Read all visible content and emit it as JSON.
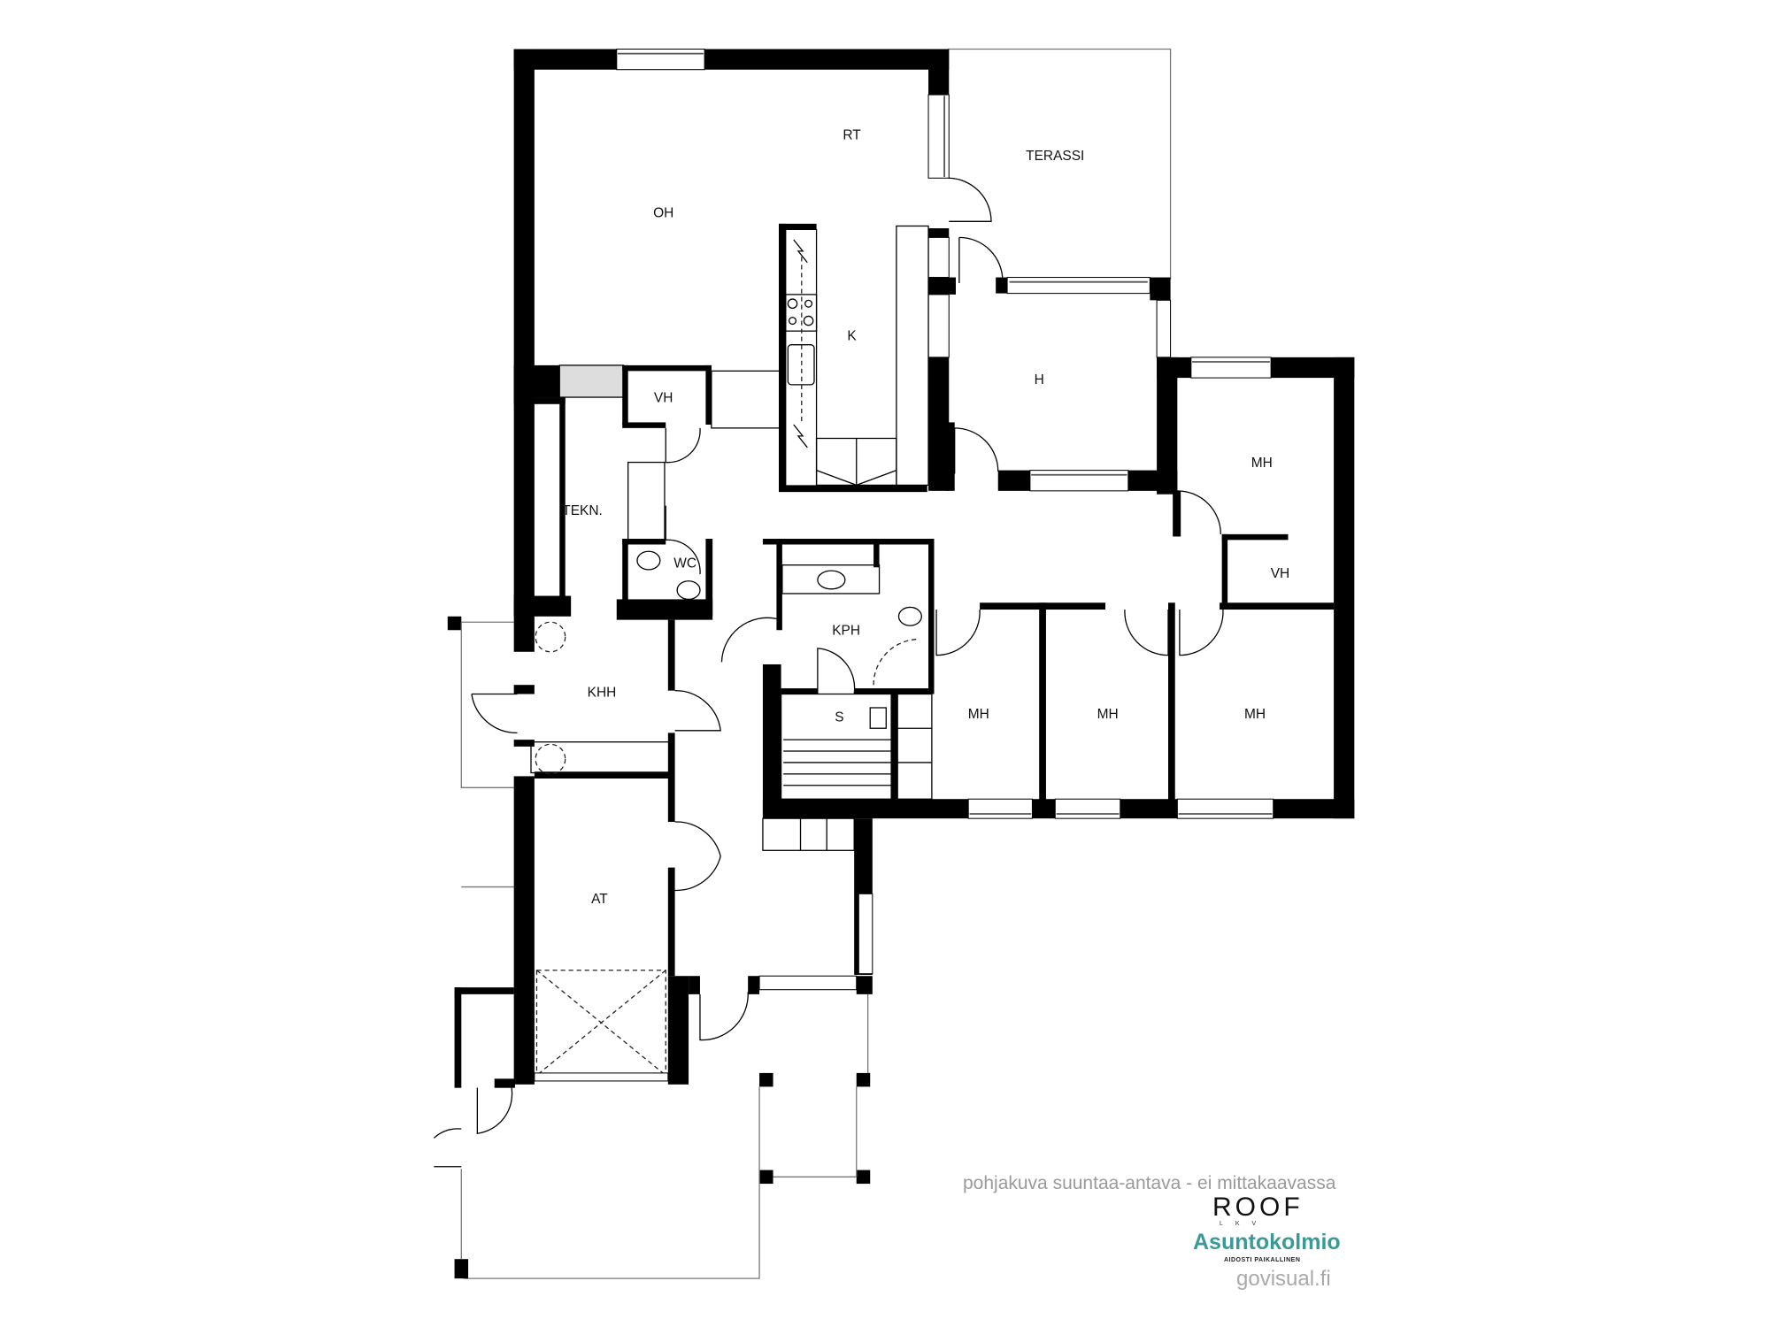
{
  "floorplan": {
    "rooms": [
      {
        "id": "oh",
        "label": "OH"
      },
      {
        "id": "rt",
        "label": "RT"
      },
      {
        "id": "terassi",
        "label": "TERASSI"
      },
      {
        "id": "k",
        "label": "K"
      },
      {
        "id": "h",
        "label": "H"
      },
      {
        "id": "vh1",
        "label": "VH"
      },
      {
        "id": "tekn",
        "label": "TEKN."
      },
      {
        "id": "wc",
        "label": "WC"
      },
      {
        "id": "kph",
        "label": "KPH"
      },
      {
        "id": "mh1",
        "label": "MH"
      },
      {
        "id": "vh2",
        "label": "VH"
      },
      {
        "id": "khh",
        "label": "KHH"
      },
      {
        "id": "s",
        "label": "S"
      },
      {
        "id": "mh2",
        "label": "MH"
      },
      {
        "id": "mh3",
        "label": "MH"
      },
      {
        "id": "mh4",
        "label": "MH"
      },
      {
        "id": "at",
        "label": "AT"
      }
    ],
    "colors": {
      "wall": "#000000",
      "background": "#ffffff",
      "outline": "#777777"
    }
  },
  "footer": {
    "disclaimer": "pohjakuva suuntaa-antava - ei mittakaavassa",
    "brand_roof": "ROOF",
    "brand_roof_sub": "LKV",
    "brand_asuntokolmio": "Asuntokolmio",
    "brand_asuntokolmio_tagline": "AIDOSTI PAIKALLINEN",
    "brand_asuntokolmio_color": "#3a9a97",
    "credit": "govisual.fi"
  }
}
